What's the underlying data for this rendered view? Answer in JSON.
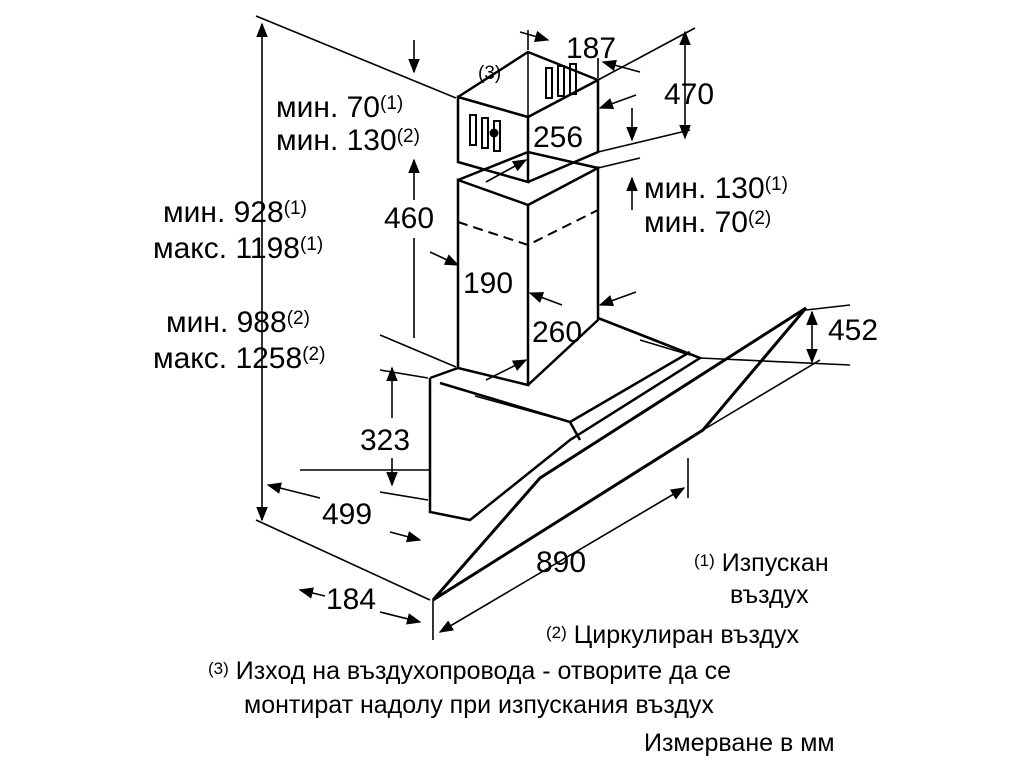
{
  "dimensions": {
    "d187": "187",
    "d470": "470",
    "d256": "256",
    "d460": "460",
    "d190": "190",
    "d260": "260",
    "d452": "452",
    "d323": "323",
    "d499": "499",
    "d890": "890",
    "d184": "184"
  },
  "labels": {
    "min70": "мин. 70",
    "min130": "мин. 130",
    "min130b": "мин. 130",
    "min70b": "мин. 70",
    "min928": "мин. 928",
    "max1198": "макс. 1198",
    "min988": "мин. 988",
    "max1258": "макс. 1258",
    "ref1": "(1)",
    "ref2": "(2)",
    "ref3": "(3)"
  },
  "legend": {
    "note1_mark": "(1)",
    "note1_line1": "Изпускан",
    "note1_line2": "въздух",
    "note2_mark": "(2)",
    "note2_text": "Циркулиран въздух",
    "note3_mark": "(3)",
    "note3_line1": "Изход на въздухопровода - отворите да се",
    "note3_line2": "монтират надолу при изпускания въздух",
    "units": "Измерване в мм"
  }
}
